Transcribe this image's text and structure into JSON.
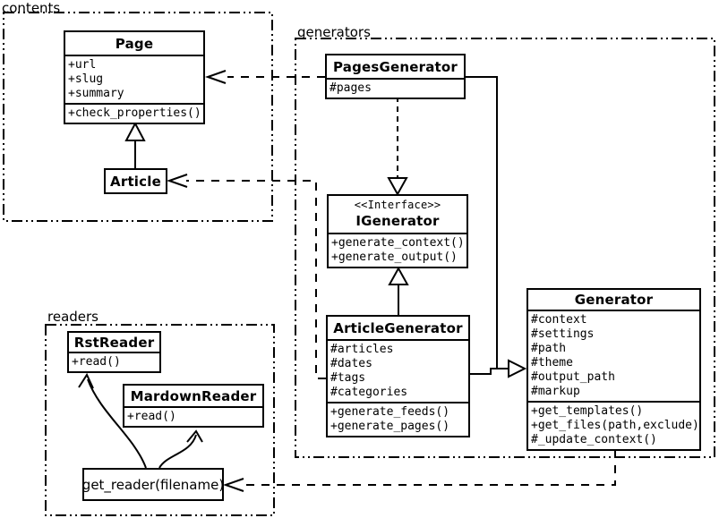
{
  "diagram": {
    "type": "uml-class-diagram"
  },
  "colors": {
    "line": "#000000",
    "background": "#ffffff",
    "box_fill": "#ffffff"
  },
  "packages": {
    "contents": {
      "label": "contents"
    },
    "generators": {
      "label": "generators"
    },
    "readers": {
      "label": "readers"
    }
  },
  "classes": {
    "page": {
      "name": "Page",
      "attributes": [
        "+url",
        "+slug",
        "+summary"
      ],
      "methods": [
        "+check_properties()"
      ]
    },
    "article": {
      "name": "Article"
    },
    "pages_generator": {
      "name": "PagesGenerator",
      "attributes": [
        "#pages"
      ]
    },
    "igenerator": {
      "stereotype": "<<Interface>>",
      "name": "IGenerator",
      "methods": [
        "+generate_context()",
        "+generate_output()"
      ]
    },
    "article_generator": {
      "name": "ArticleGenerator",
      "attributes": [
        "#articles",
        "#dates",
        "#tags",
        "#categories"
      ],
      "methods": [
        "+generate_feeds()",
        "+generate_pages()"
      ]
    },
    "generator": {
      "name": "Generator",
      "attributes": [
        "#context",
        "#settings",
        "#path",
        "#theme",
        "#output_path",
        "#markup"
      ],
      "methods": [
        "+get_templates()",
        "+get_files(path,exclude)",
        "#_update_context()"
      ]
    },
    "rst_reader": {
      "name": "RstReader",
      "methods": [
        "+read()"
      ]
    },
    "markdown_reader": {
      "name": "MardownReader",
      "methods": [
        "+read()"
      ]
    }
  },
  "functions": {
    "get_reader": {
      "label": "get_reader(filename)"
    }
  }
}
